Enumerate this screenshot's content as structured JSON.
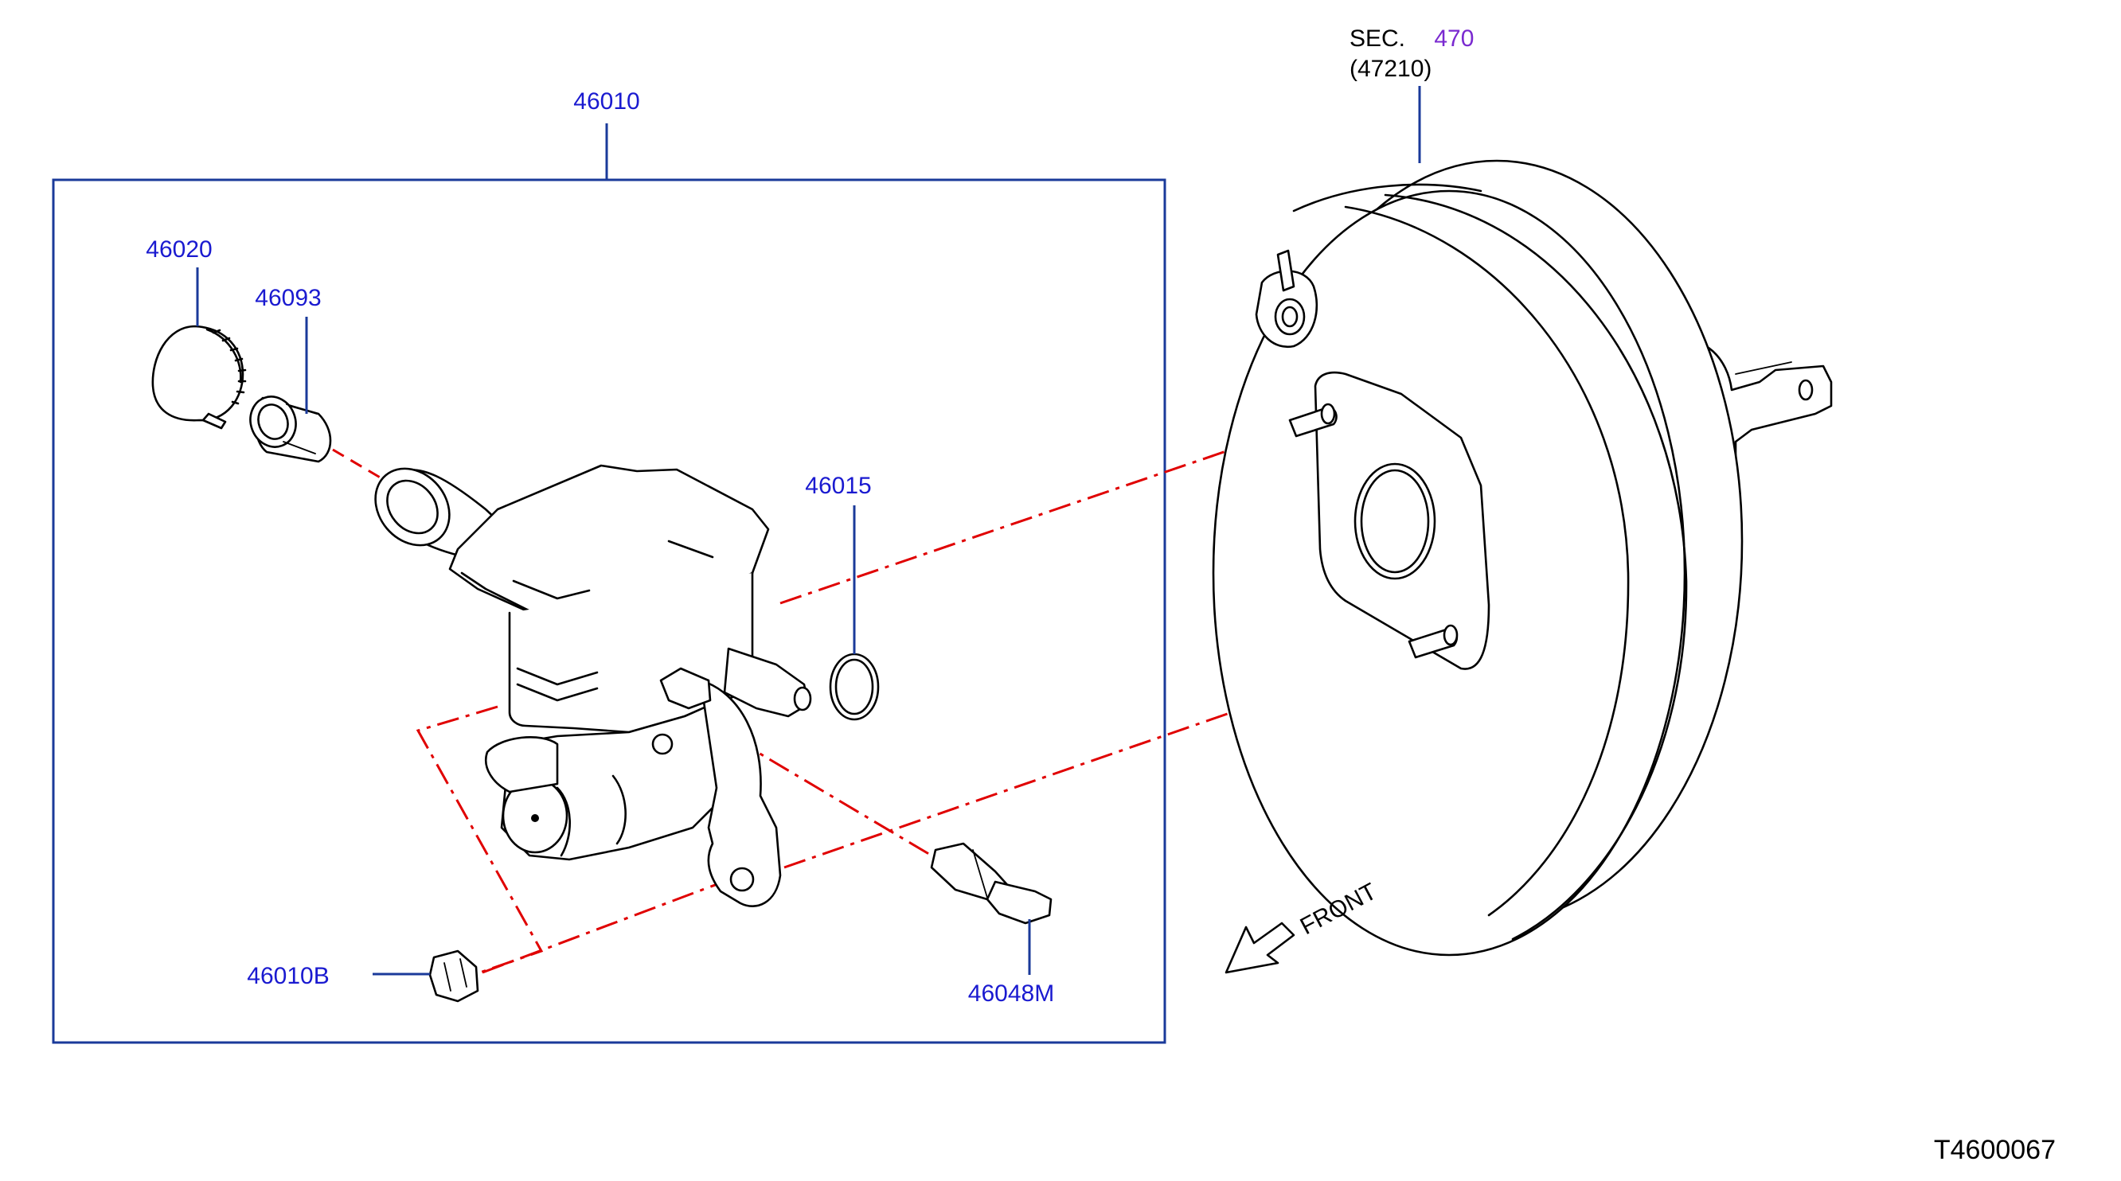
{
  "diagram_code": "T4600067",
  "colors": {
    "callout": "#1a1ad0",
    "section_ref": "#7a2ad0",
    "frame": "#1a3a9a",
    "phantom_line": "#e00000",
    "line_art": "#000000"
  },
  "callouts": {
    "assembly": "46010",
    "reservoir_cap": "46020",
    "strainer": "46093",
    "o_ring": "46015",
    "nut": "46010B",
    "sensor": "46048M"
  },
  "section_ref": {
    "prefix": "SEC.",
    "number": "470",
    "part": "(47210)"
  },
  "direction": {
    "label": "FRONT",
    "icon": "arrow-down-left-icon"
  }
}
